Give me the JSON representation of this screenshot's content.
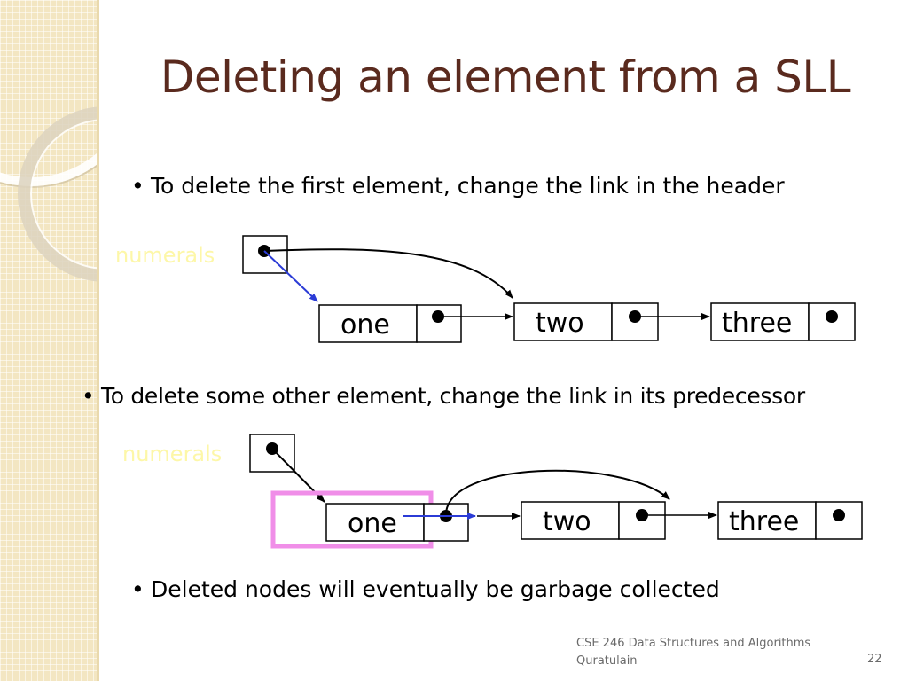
{
  "slide": {
    "title": "Deleting an element from a SLL",
    "bullets": [
      "To delete the first element, change the link in the header",
      "To delete some other element, change the link in its predecessor",
      "Deleted nodes will eventually be garbage collected"
    ]
  },
  "diagram_top": {
    "header_label": "numerals",
    "nodes": [
      "one",
      "two",
      "three"
    ]
  },
  "diagram_bottom": {
    "header_label": "numerals",
    "nodes": [
      "one",
      "two",
      "three"
    ]
  },
  "footer": {
    "course": "CSE 246 Data Structures and Algorithms",
    "author": "Quratulain",
    "page": "22"
  },
  "colors": {
    "title": "#5a2a1e",
    "header_label": "#fdf7a8",
    "changed_link": "#2b3bd6",
    "highlight_box": "#f08ee8"
  }
}
